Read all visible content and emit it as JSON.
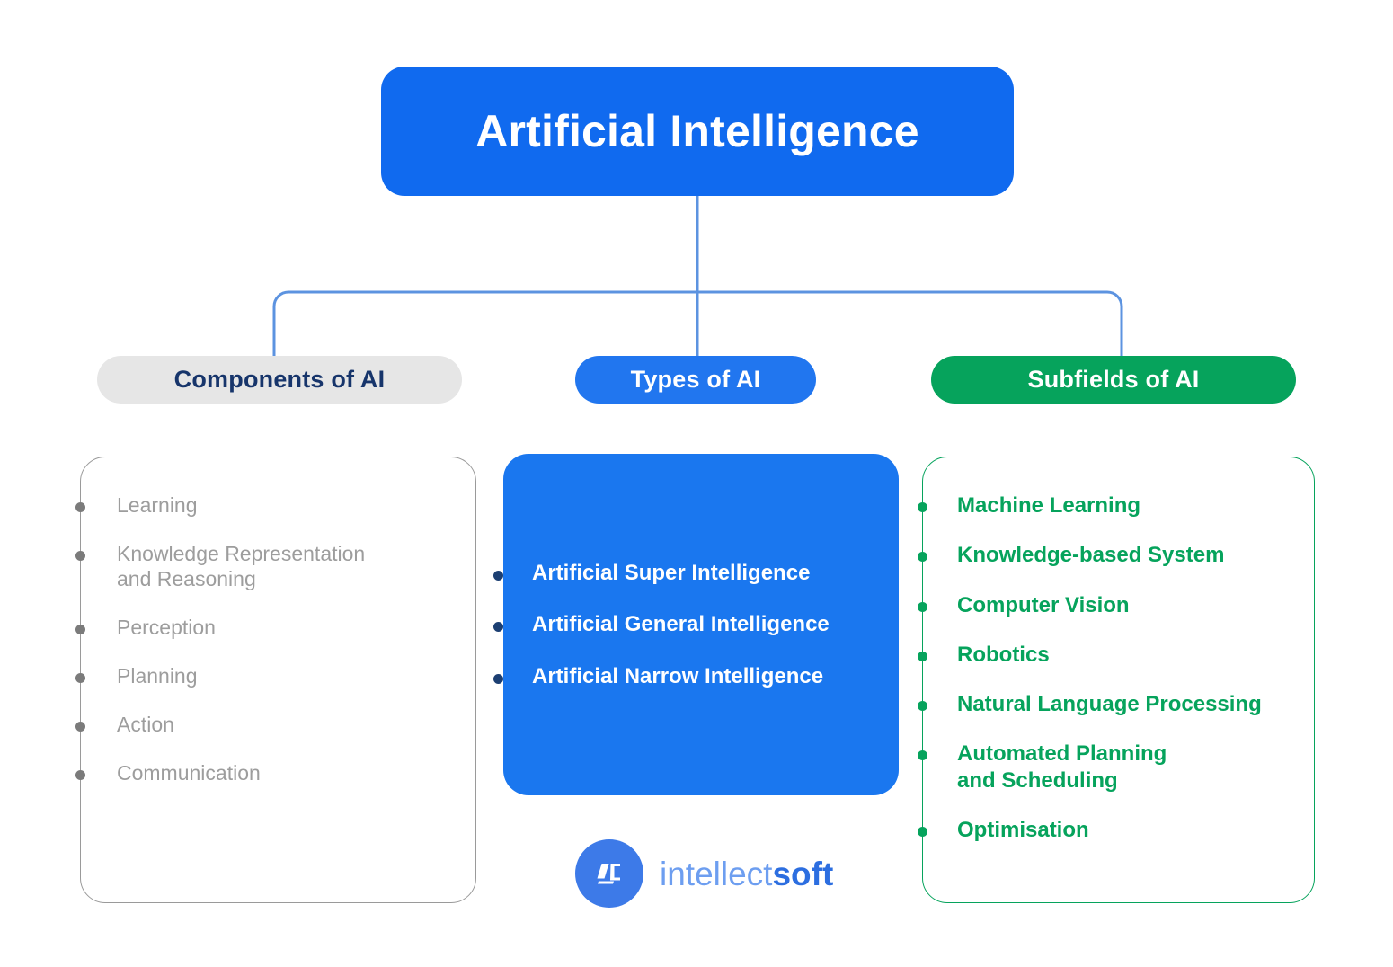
{
  "root": {
    "title": "Artificial Intelligence",
    "color": "#106aef",
    "text_color": "#ffffff"
  },
  "connector": {
    "color": "#5c93e0",
    "icon": "tree-connector"
  },
  "branches": [
    {
      "id": "components",
      "pill_label": "Components of AI",
      "pill_bg": "#e6e6e6",
      "pill_text_color": "#17356b",
      "card_border": "#9a9a9a",
      "card_bg": "#ffffff",
      "bullet_color": "#7b7b7b",
      "item_text_color": "#9d9d9d",
      "items": [
        "Learning",
        "Knowledge Representation\nand Reasoning",
        "Perception",
        "Planning",
        "Action",
        "Communication"
      ]
    },
    {
      "id": "types",
      "pill_label": "Types of AI",
      "pill_bg": "#2176ef",
      "pill_text_color": "#ffffff",
      "card_border": "none",
      "card_bg": "#1a77ef",
      "bullet_color": "#1c3f72",
      "item_text_color": "#ffffff",
      "items": [
        "Artificial Super Intelligence",
        "Artificial General Intelligence",
        "Artificial Narrow Intelligence"
      ]
    },
    {
      "id": "subfields",
      "pill_label": "Subfields of AI",
      "pill_bg": "#06a35c",
      "pill_text_color": "#ffffff",
      "card_border": "#06a35c",
      "card_bg": "#ffffff",
      "bullet_color": "#06a35c",
      "item_text_color": "#06a35c",
      "items": [
        "Machine Learning",
        "Knowledge-based System",
        "Computer Vision",
        "Robotics",
        "Natural Language Processing",
        "Automated Planning\nand Scheduling",
        "Optimisation"
      ]
    }
  ],
  "logo": {
    "mark_icon": "intellectsoft-logo-icon",
    "mark_bg": "#3d7ae8",
    "word_light": "intellect",
    "word_bold": "soft",
    "word_light_color": "#6d9ef0",
    "word_bold_color": "#2c6ee0"
  }
}
